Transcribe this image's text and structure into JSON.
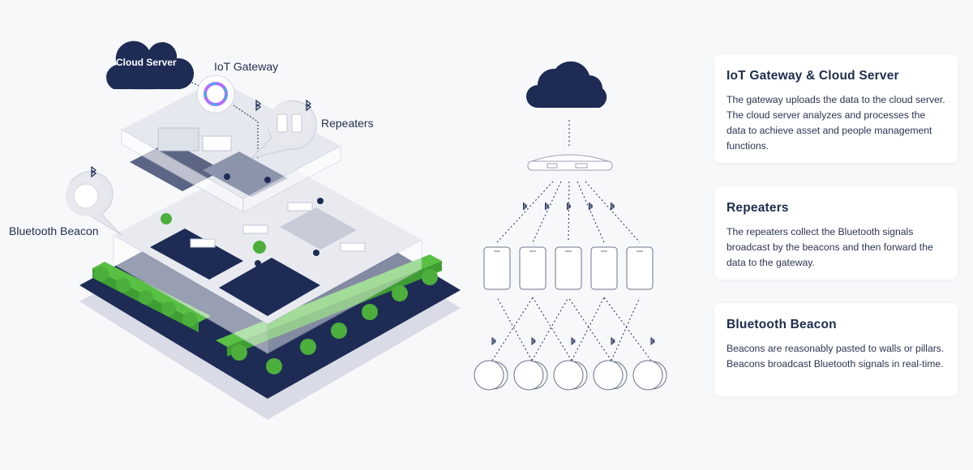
{
  "labels": {
    "cloud_server": "Cloud Server",
    "iot_gateway": "IoT Gateway",
    "repeaters": "Repeaters",
    "bluetooth_beacon": "Bluetooth Beacon"
  },
  "cards": [
    {
      "title": "IoT Gateway & Cloud Server",
      "body": "The gateway uploads the data to the cloud server. The cloud server analyzes and processes the data to achieve asset and people management functions."
    },
    {
      "title": "Repeaters",
      "body": "The repeaters collect the Bluetooth signals broadcast by the beacons and then forward the data to the gateway."
    },
    {
      "title": "Bluetooth Beacon",
      "body": "Beacons are reasonably pasted to walls or pillars. Beacons broadcast Bluetooth signals in real-time."
    }
  ],
  "colors": {
    "navy": "#1d2b55",
    "green": "#4caf3c",
    "background": "#f7f8fa"
  },
  "network_diagram": {
    "repeater_count": 5,
    "beacon_count": 5,
    "icons": [
      "cloud-icon",
      "gateway-icon",
      "bluetooth-icon",
      "repeater-icon",
      "beacon-icon"
    ]
  }
}
